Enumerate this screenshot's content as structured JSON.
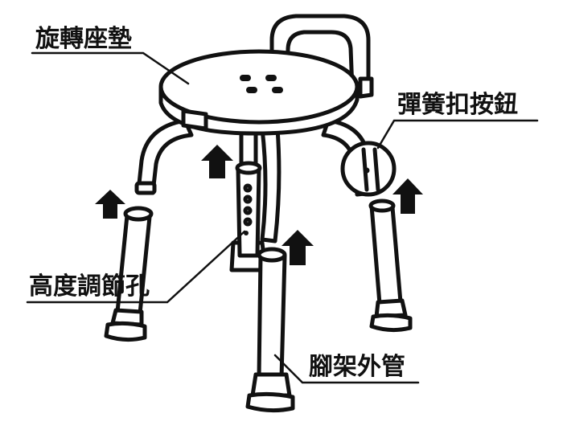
{
  "labels": {
    "seat": "旋轉座墊",
    "spring_button": "彈簧扣按鈕",
    "height_holes": "高度調節孔",
    "leg_tube": "腳架外管"
  },
  "colors": {
    "ink": "#111111",
    "background": "#ffffff"
  }
}
